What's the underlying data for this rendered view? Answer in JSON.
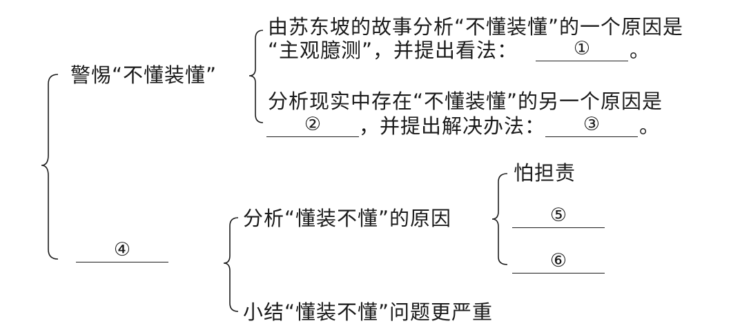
{
  "root": {
    "label": "警惕“不懂装懂”"
  },
  "branch_a": {
    "line1": "由苏东坡的故事分析“不懂装懂”的一个原因是",
    "line2_prefix": "“主观臆测”，并提出看法：",
    "line2_suffix": "。",
    "blank1": "①",
    "line3": "分析现实中存在“不懂装懂”的另一个原因是",
    "blank2": "②",
    "line4_mid": "，并提出解决办法：",
    "blank3": "③",
    "line4_suffix": "。"
  },
  "branch_b": {
    "blank4": "④",
    "analysis_label": "分析“懂装不懂”的原因",
    "reasons": {
      "item1": "怕担责",
      "blank5": "⑤",
      "blank6": "⑥"
    },
    "summary_label": "小结“懂装不懂”问题更严重"
  }
}
